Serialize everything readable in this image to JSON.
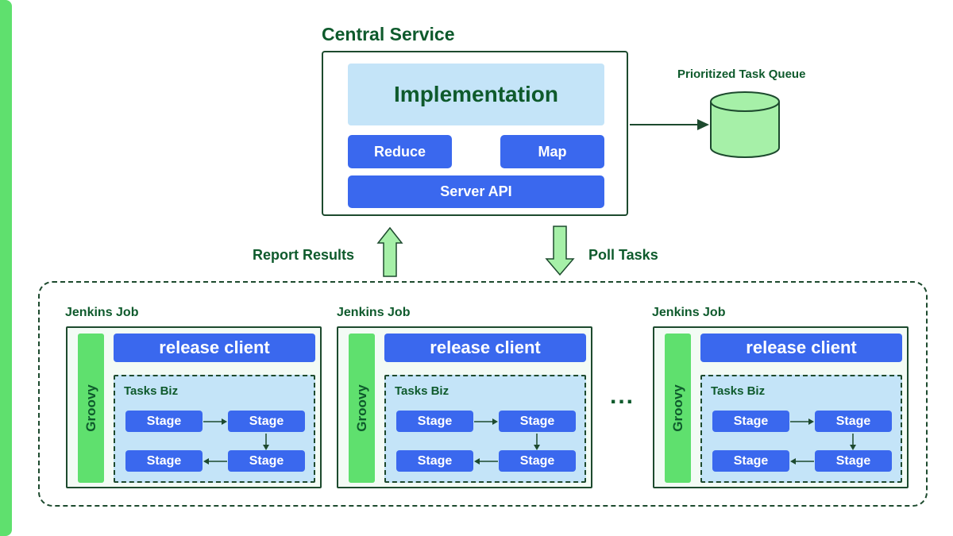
{
  "central_service": {
    "title": "Central Service",
    "implementation": "Implementation",
    "reduce": "Reduce",
    "map": "Map",
    "server_api": "Server API"
  },
  "queue": {
    "label": "Prioritized Task Queue"
  },
  "arrows": {
    "report": "Report Results",
    "poll": "Poll Tasks"
  },
  "jobs": [
    {
      "label": "Jenkins Job",
      "groovy": "Groovy",
      "release": "release client",
      "tasks": "Tasks Biz",
      "stages": [
        "Stage",
        "Stage",
        "Stage",
        "Stage"
      ]
    },
    {
      "label": "Jenkins Job",
      "groovy": "Groovy",
      "release": "release client",
      "tasks": "Tasks Biz",
      "stages": [
        "Stage",
        "Stage",
        "Stage",
        "Stage"
      ]
    },
    {
      "label": "Jenkins Job",
      "groovy": "Groovy",
      "release": "release client",
      "tasks": "Tasks Biz",
      "stages": [
        "Stage",
        "Stage",
        "Stage",
        "Stage"
      ]
    }
  ],
  "ellipsis": "...",
  "colors": {
    "blue": "#3a68ee",
    "light_blue": "#c4e4f8",
    "green": "#5fe06e",
    "dark_green": "#0e5a2c",
    "light_green": "#a6f0a8"
  }
}
